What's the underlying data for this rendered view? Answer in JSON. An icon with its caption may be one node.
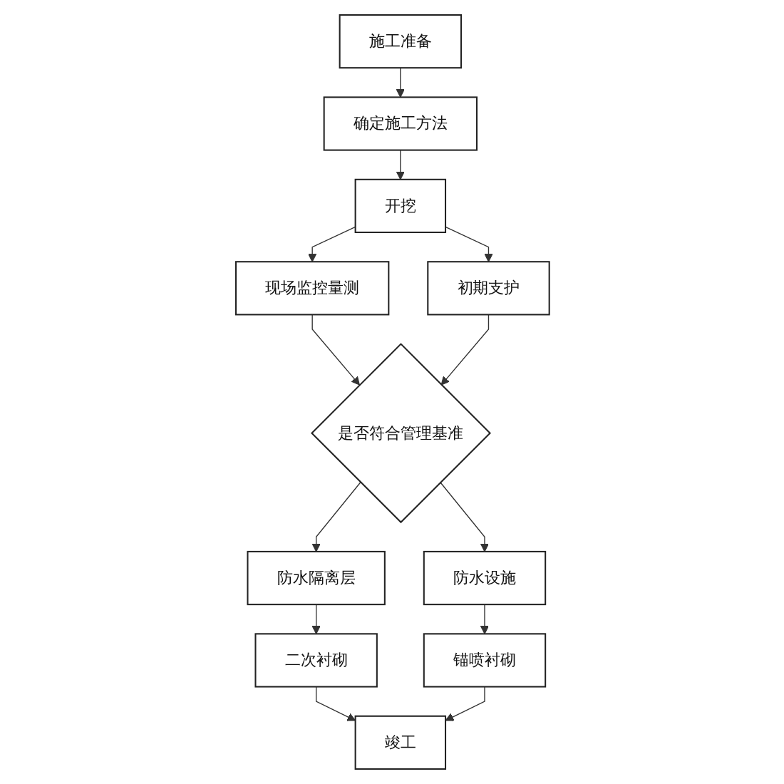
{
  "diagram": {
    "nodes": [
      {
        "text": [
          "施工准备"
        ]
      },
      {
        "text": [
          "确定施工方法"
        ]
      },
      {
        "text": [
          "开挖"
        ]
      },
      {
        "text": [
          "现场监控量测"
        ]
      },
      {
        "text": [
          "初期支护"
        ]
      },
      {
        "text": [
          "是否符合管理基准"
        ]
      },
      {
        "text": [
          "防水隔离层"
        ]
      },
      {
        "text": [
          "防水设施"
        ]
      },
      {
        "text": [
          "二次衬砌"
        ]
      },
      {
        "text": [
          "锚喷衬砌"
        ]
      },
      {
        "text": [
          "竣工"
        ]
      }
    ],
    "edges": [
      {
        "from": 0,
        "to": 1,
        "arrow": "to"
      },
      {
        "from": 1,
        "to": 2,
        "arrow": "to"
      },
      {
        "from": 2,
        "to": 3,
        "arrow": "to"
      },
      {
        "from": 2,
        "to": 4,
        "arrow": "to"
      },
      {
        "from": 3,
        "to": 5,
        "arrow": "to"
      },
      {
        "from": 4,
        "to": 5,
        "arrow": "to"
      },
      {
        "from": 5,
        "to": 6,
        "arrow": "to"
      },
      {
        "from": 5,
        "to": 7,
        "arrow": "to"
      },
      {
        "from": 6,
        "to": 8,
        "arrow": "to"
      },
      {
        "from": 7,
        "to": 9,
        "arrow": "to"
      },
      {
        "from": 8,
        "to": 10,
        "arrow": "to"
      },
      {
        "from": 9,
        "to": 10,
        "arrow": "to"
      }
    ]
  }
}
